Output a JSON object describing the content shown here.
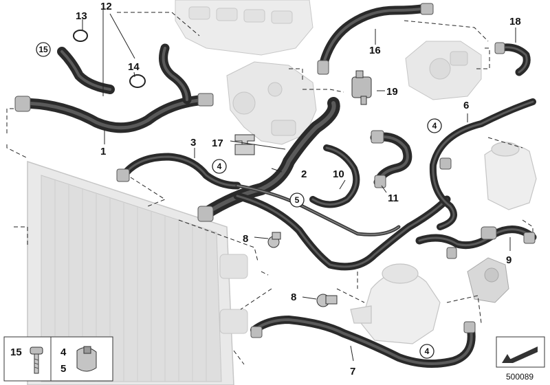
{
  "diagram": {
    "callouts": [
      "1",
      "2",
      "3",
      "4",
      "5",
      "6",
      "7",
      "8",
      "9",
      "10",
      "11",
      "12",
      "13",
      "14",
      "15",
      "16",
      "17",
      "18",
      "19"
    ],
    "legend": {
      "screw_number": "15",
      "clamp_numbers": [
        "4",
        "5"
      ]
    },
    "diagram_number": "500089"
  }
}
